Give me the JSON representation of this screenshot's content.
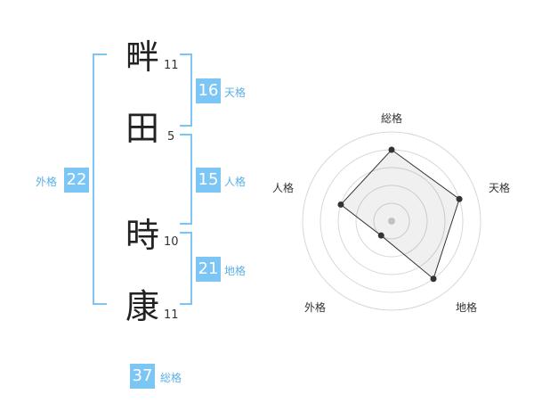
{
  "name": {
    "chars": [
      {
        "char": "畔",
        "strokes": "11"
      },
      {
        "char": "田",
        "strokes": "5"
      },
      {
        "char": "時",
        "strokes": "10"
      },
      {
        "char": "康",
        "strokes": "11"
      }
    ]
  },
  "fortune": {
    "tenkaku": {
      "value": "16",
      "label": "天格"
    },
    "jinkaku": {
      "value": "15",
      "label": "人格"
    },
    "chikaku": {
      "value": "21",
      "label": "地格"
    },
    "gaikaku": {
      "value": "22",
      "label": "外格"
    },
    "soukaku": {
      "value": "37",
      "label": "総格"
    }
  },
  "colors": {
    "accent": "#7cc6f6",
    "accent_text": "#5ab0e8"
  },
  "chart_data": {
    "type": "radar",
    "axes": [
      "総格",
      "天格",
      "地格",
      "外格",
      "人格"
    ],
    "values": [
      4,
      4,
      4,
      1,
      3
    ],
    "max": 5,
    "grid": true
  }
}
